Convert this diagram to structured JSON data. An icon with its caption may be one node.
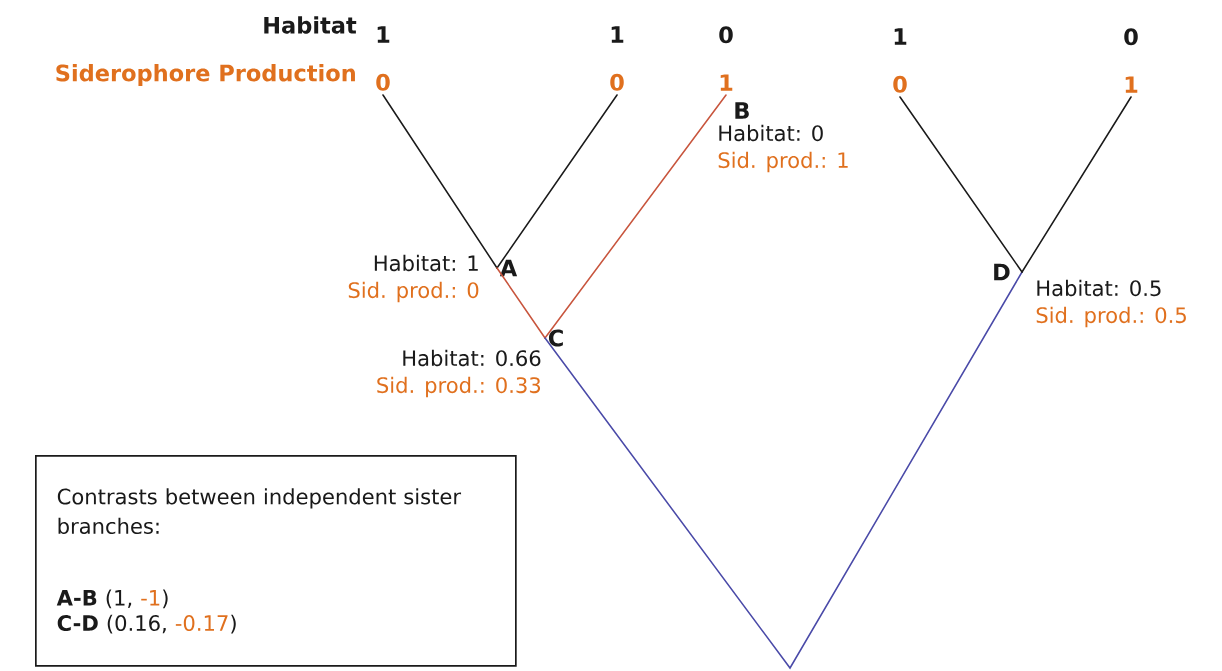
{
  "diagram": {
    "nodes": [
      {
        "text": [
          "1",
          "0"
        ]
      },
      {
        "text": [
          "1",
          "0"
        ]
      },
      {
        "text": [
          "0",
          "1",
          "B"
        ],
        "beside": [
          "Habitat: 0",
          "Sid. prod.: 1"
        ]
      },
      {
        "text": [
          "1",
          "0"
        ]
      },
      {
        "text": [
          "0",
          "1"
        ]
      },
      {
        "text": [
          "A"
        ],
        "beside": [
          "Habitat: 1",
          "Sid. prod.: 0"
        ]
      },
      {
        "text": [
          "C"
        ],
        "beside": [
          "Habitat: 0.66",
          "Sid. prod.: 0.33"
        ]
      },
      {
        "text": [
          "D"
        ],
        "beside": [
          "Habitat: 0.5",
          "Sid. prod.: 0.5"
        ]
      },
      {
        "text": [
          "Contrasts between independent sister branches:",
          "**A-B** (1,",
          "-1",
          ")",
          "**C-D** (0.16,",
          "-0.17",
          ")"
        ]
      }
    ],
    "edges": [
      {
        "from": 5,
        "to": 0,
        "arrow": "none"
      },
      {
        "from": 5,
        "to": 1,
        "arrow": "none"
      },
      {
        "from": 6,
        "to": 5,
        "arrow": "none",
        "color": "#c8553d"
      },
      {
        "from": 6,
        "to": 2,
        "arrow": "none",
        "color": "#c8553d"
      },
      {
        "from": 6,
        "to": 7,
        "arrow": "none",
        "color": "#4a4aa8"
      },
      {
        "from": 7,
        "to": 3,
        "arrow": "none"
      },
      {
        "from": 7,
        "to": 4,
        "arrow": "none"
      }
    ],
    "labels": [
      "Habitat",
      "Siderophore Production"
    ]
  }
}
